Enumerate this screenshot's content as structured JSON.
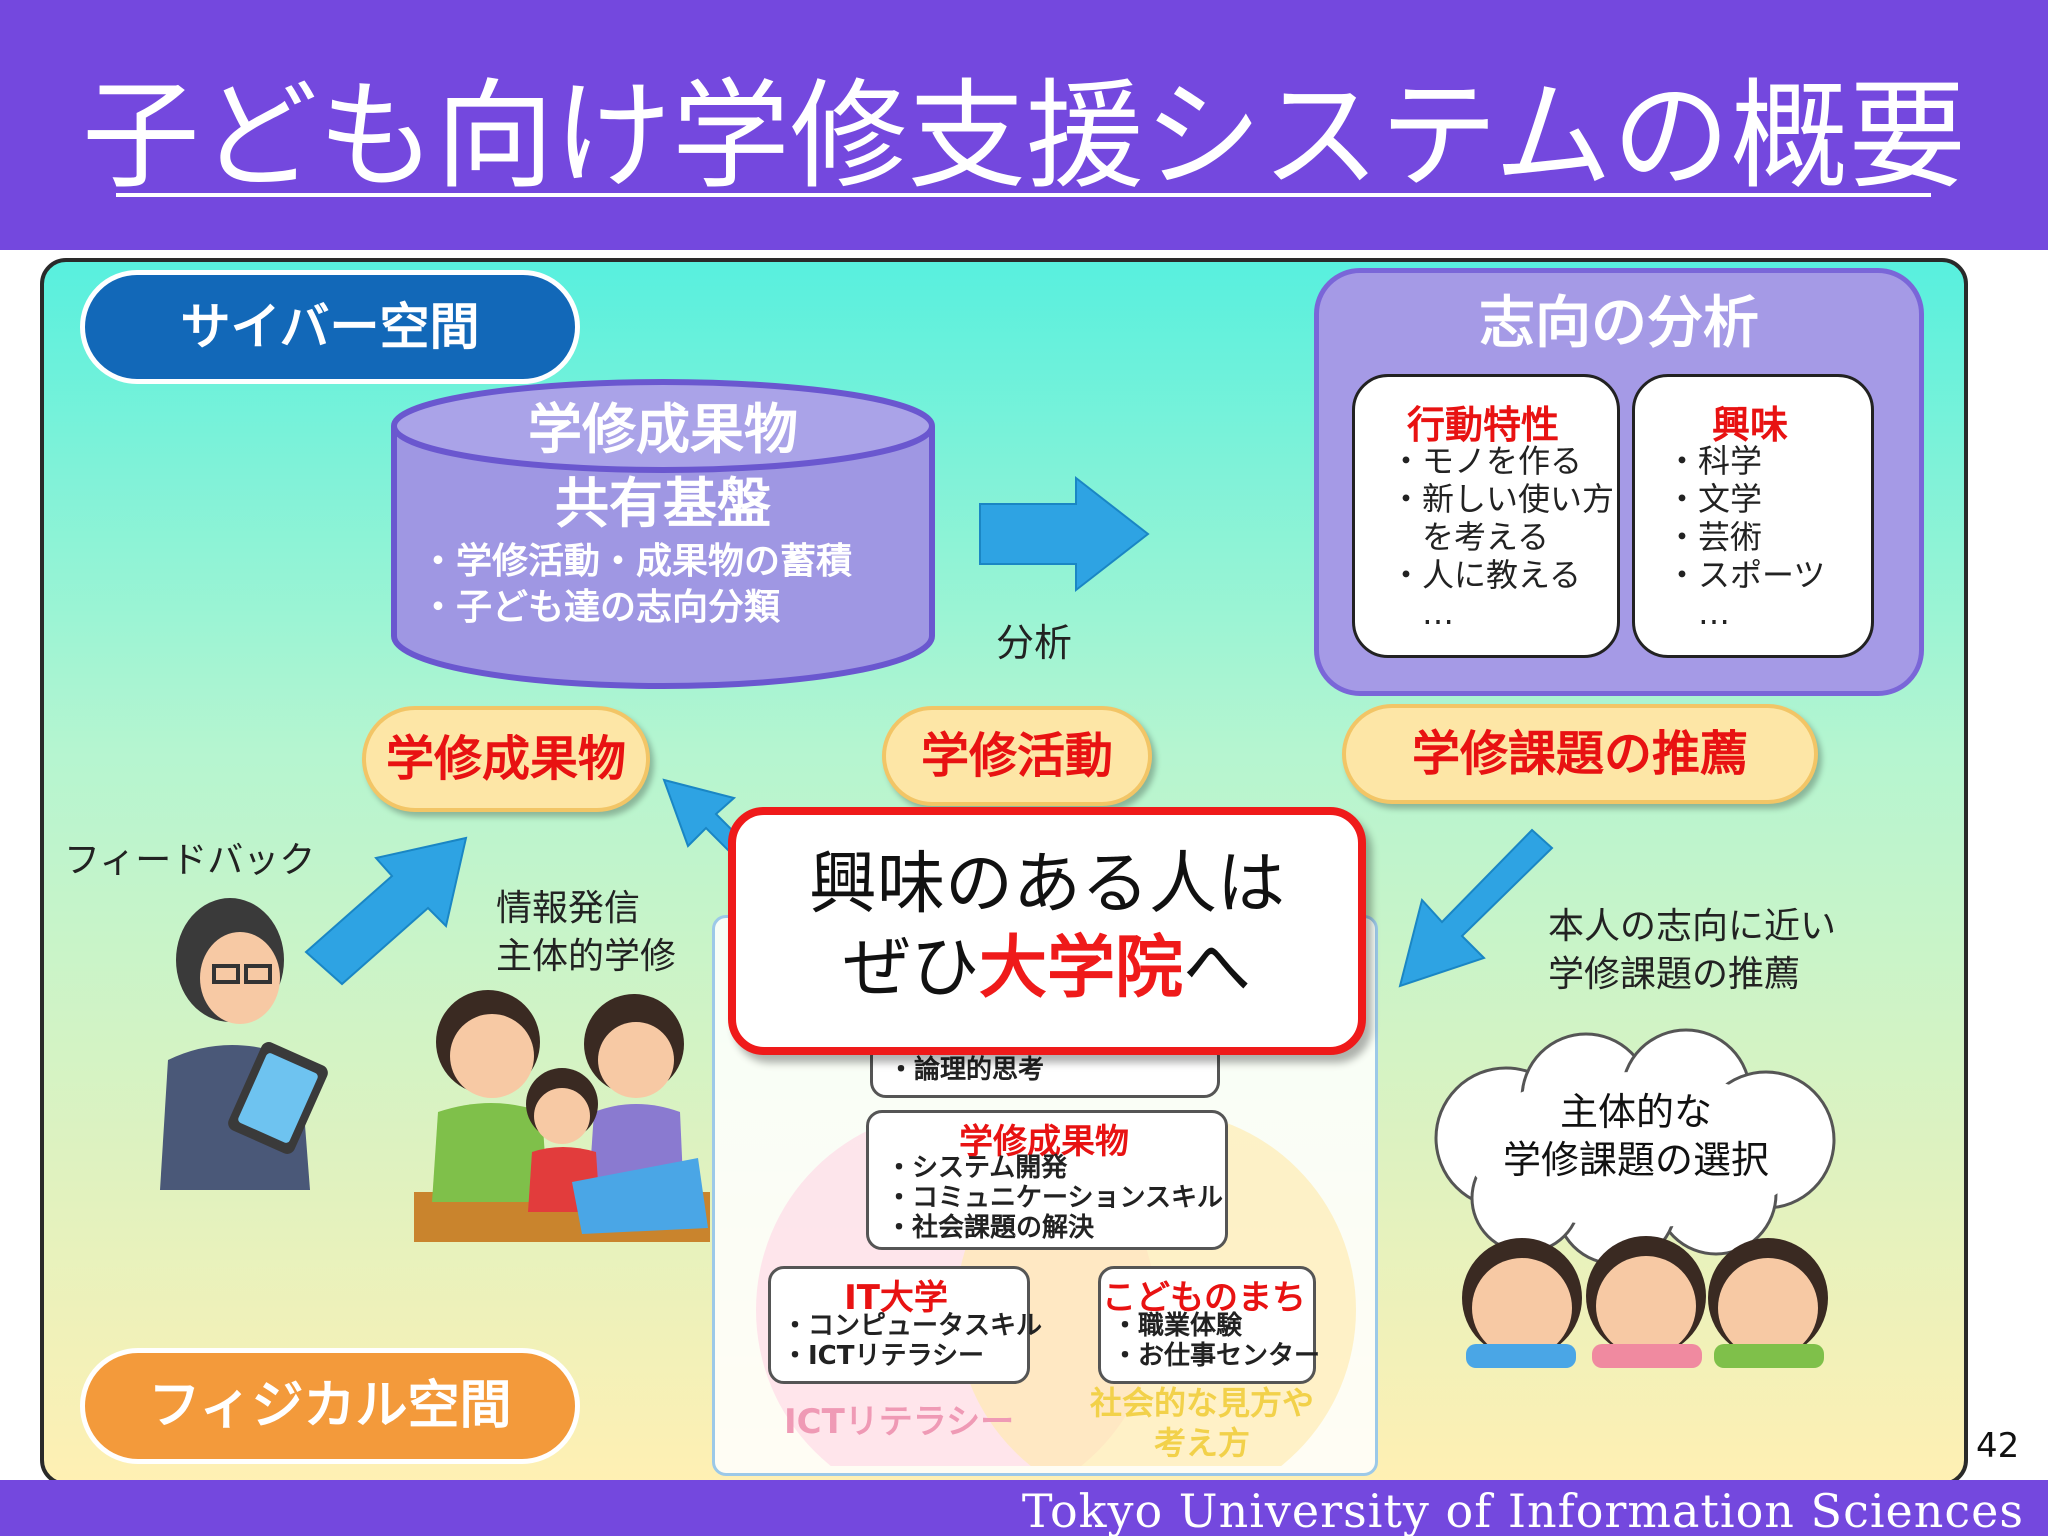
{
  "title": "子ども向け学修支援システムの概要",
  "cyber_label": "サイバー空間",
  "physical_label": "フィジカル空間",
  "database": {
    "title_line1": "学修成果物",
    "title_line2": "共有基盤",
    "items": [
      "・学修活動・成果物の蓄積",
      "・子ども達の志向分類"
    ]
  },
  "analysis_arrow_label": "分析",
  "analysis": {
    "title": "志向の分析",
    "behavior": {
      "title": "行動特性",
      "items": [
        "・モノを作る",
        "・新しい使い方",
        "　を考える",
        "・人に教える",
        "　…"
      ]
    },
    "interest": {
      "title": "興味",
      "items": [
        "・科学",
        "・文学",
        "・芸術",
        "・スポーツ",
        "　…"
      ]
    }
  },
  "tags": {
    "outcome": "学修成果物",
    "activity": "学修活動",
    "recommend": "学修課題の推薦"
  },
  "labels": {
    "feedback": "フィードバック",
    "info_line1": "情報発信",
    "info_line2": "主体的学修",
    "rec_line1": "本人の志向に近い",
    "rec_line2": "学修課題の推薦"
  },
  "callout": {
    "line1": "興味のある人は",
    "line2_pre": "ぜひ",
    "line2_red": "大学院",
    "line2_post": "へ"
  },
  "inner": {
    "top_item": "・論理的思考",
    "outcome_title": "学修成果物",
    "outcome_items": [
      "・システム開発",
      "・コミュニケーションスキル",
      "・社会課題の解決"
    ],
    "it_title": "IT大学",
    "it_items": [
      "・コンピュータスキル",
      "・ICTリテラシー"
    ],
    "town_title": "こどものまち",
    "town_items": [
      "・職業体験",
      "・お仕事センター"
    ],
    "ict_label": "ICTリテラシー",
    "social_line1": "社会的な見方や",
    "social_line2": "考え方"
  },
  "cloud": {
    "line1": "主体的な",
    "line2": "学修課題の選択"
  },
  "page_number": "42",
  "footer": "Tokyo University of Information Sciences",
  "colors": {
    "header": "#7448de",
    "cyber": "#1268b8",
    "physical": "#f39a3b",
    "arrow": "#2ea3e3",
    "accent_red": "#ef1a1a"
  }
}
